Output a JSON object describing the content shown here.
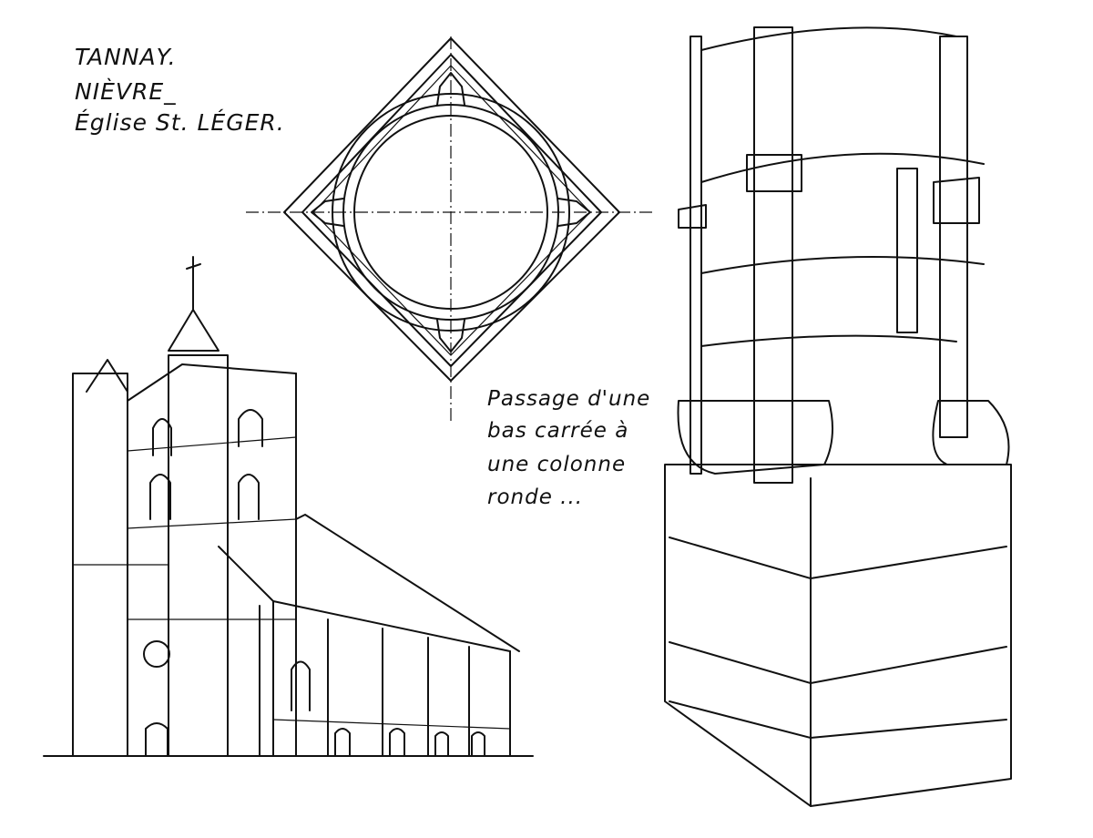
{
  "title": {
    "line1": "TANNAY.",
    "line2": "NIÈVRE_",
    "line3": "Église St. LÉGER."
  },
  "note": {
    "line1": "Passage d'une",
    "line2": "bas carrée à",
    "line3": "une colonne",
    "line4": "ronde ..."
  }
}
